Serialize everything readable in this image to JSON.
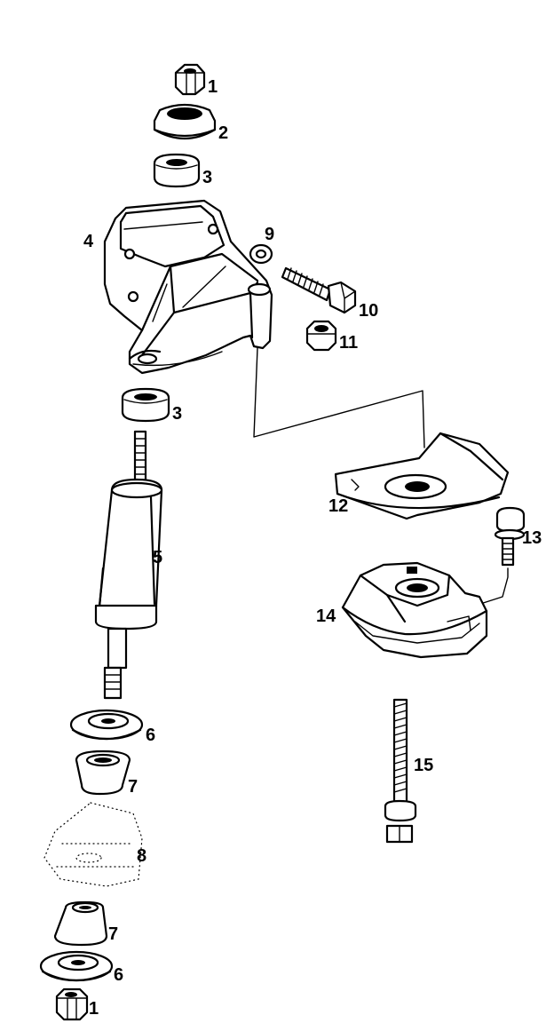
{
  "labels": {
    "p1_top": "1",
    "p2": "2",
    "p3_top": "3",
    "p4": "4",
    "p9": "9",
    "p10": "10",
    "p11": "11",
    "p3_mid": "3",
    "p5": "5",
    "p12": "12",
    "p13": "13",
    "p14": "14",
    "p6_top": "6",
    "p7_top": "7",
    "p15": "15",
    "p8": "8",
    "p7_bottom": "7",
    "p6_bottom": "6",
    "p1_bottom": "1"
  }
}
